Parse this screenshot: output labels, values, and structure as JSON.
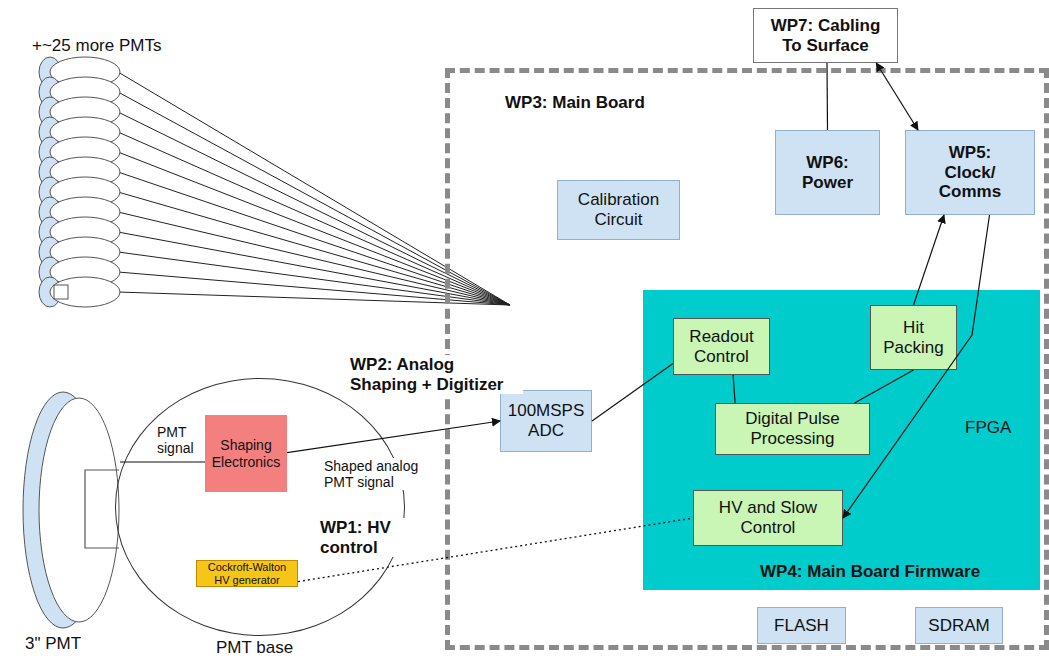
{
  "diagram": {
    "nodes": [
      {
        "text": [
          "WP7: Cabling To Surface"
        ]
      },
      {
        "text": [
          "WP3: Main Board"
        ]
      },
      {
        "text": [
          "Calibration Circuit"
        ],
        "in": 1
      },
      {
        "text": [
          "WP6: Power"
        ],
        "in": 1
      },
      {
        "text": [
          "WP5: Clock/ Comms"
        ],
        "in": 1
      },
      {
        "text": [
          "100MSPS ADC"
        ],
        "in": 1
      },
      {
        "text": [
          "FPGA",
          "WP4: Main Board Firmware"
        ],
        "in": 1
      },
      {
        "text": [
          "Readout Control"
        ],
        "in": 6
      },
      {
        "text": [
          "Hit Packing"
        ],
        "in": 6
      },
      {
        "text": [
          "Digital Pulse Processing"
        ],
        "in": 6
      },
      {
        "text": [
          "HV and Slow Control"
        ],
        "in": 6
      },
      {
        "text": [
          "FLASH"
        ],
        "in": 1
      },
      {
        "text": [
          "SDRAM"
        ],
        "in": 1
      },
      {
        "text": [
          "3\" PMT"
        ]
      },
      {
        "text": [
          "PMT base"
        ]
      },
      {
        "text": [
          "Shaping Electronics"
        ],
        "in": 14
      },
      {
        "text": [
          "Cockroft-Walton HV generator"
        ],
        "in": 14
      }
    ],
    "edges": [
      {
        "from": 13,
        "to": 15,
        "label": "PMT signal",
        "arrow": "none"
      },
      {
        "from": 15,
        "to": 5,
        "label": "Shaped analog PMT signal",
        "arrow": "to"
      },
      {
        "from": 16,
        "to": 10,
        "label": "WP1: HV control",
        "arrow": "none"
      },
      {
        "from": 5,
        "to": 7,
        "arrow": "none"
      },
      {
        "from": 7,
        "to": 9,
        "arrow": "none"
      },
      {
        "from": 9,
        "to": 8,
        "arrow": "none"
      },
      {
        "from": 8,
        "to": 4,
        "arrow": "to"
      },
      {
        "from": 4,
        "to": 10,
        "arrow": "to"
      },
      {
        "from": 3,
        "to": 0,
        "arrow": "none"
      },
      {
        "from": 4,
        "to": 0,
        "arrow": "both"
      }
    ],
    "labels": [
      "+~25 more PMTs",
      "WP2: Analog Shaping + Digitizer"
    ]
  }
}
